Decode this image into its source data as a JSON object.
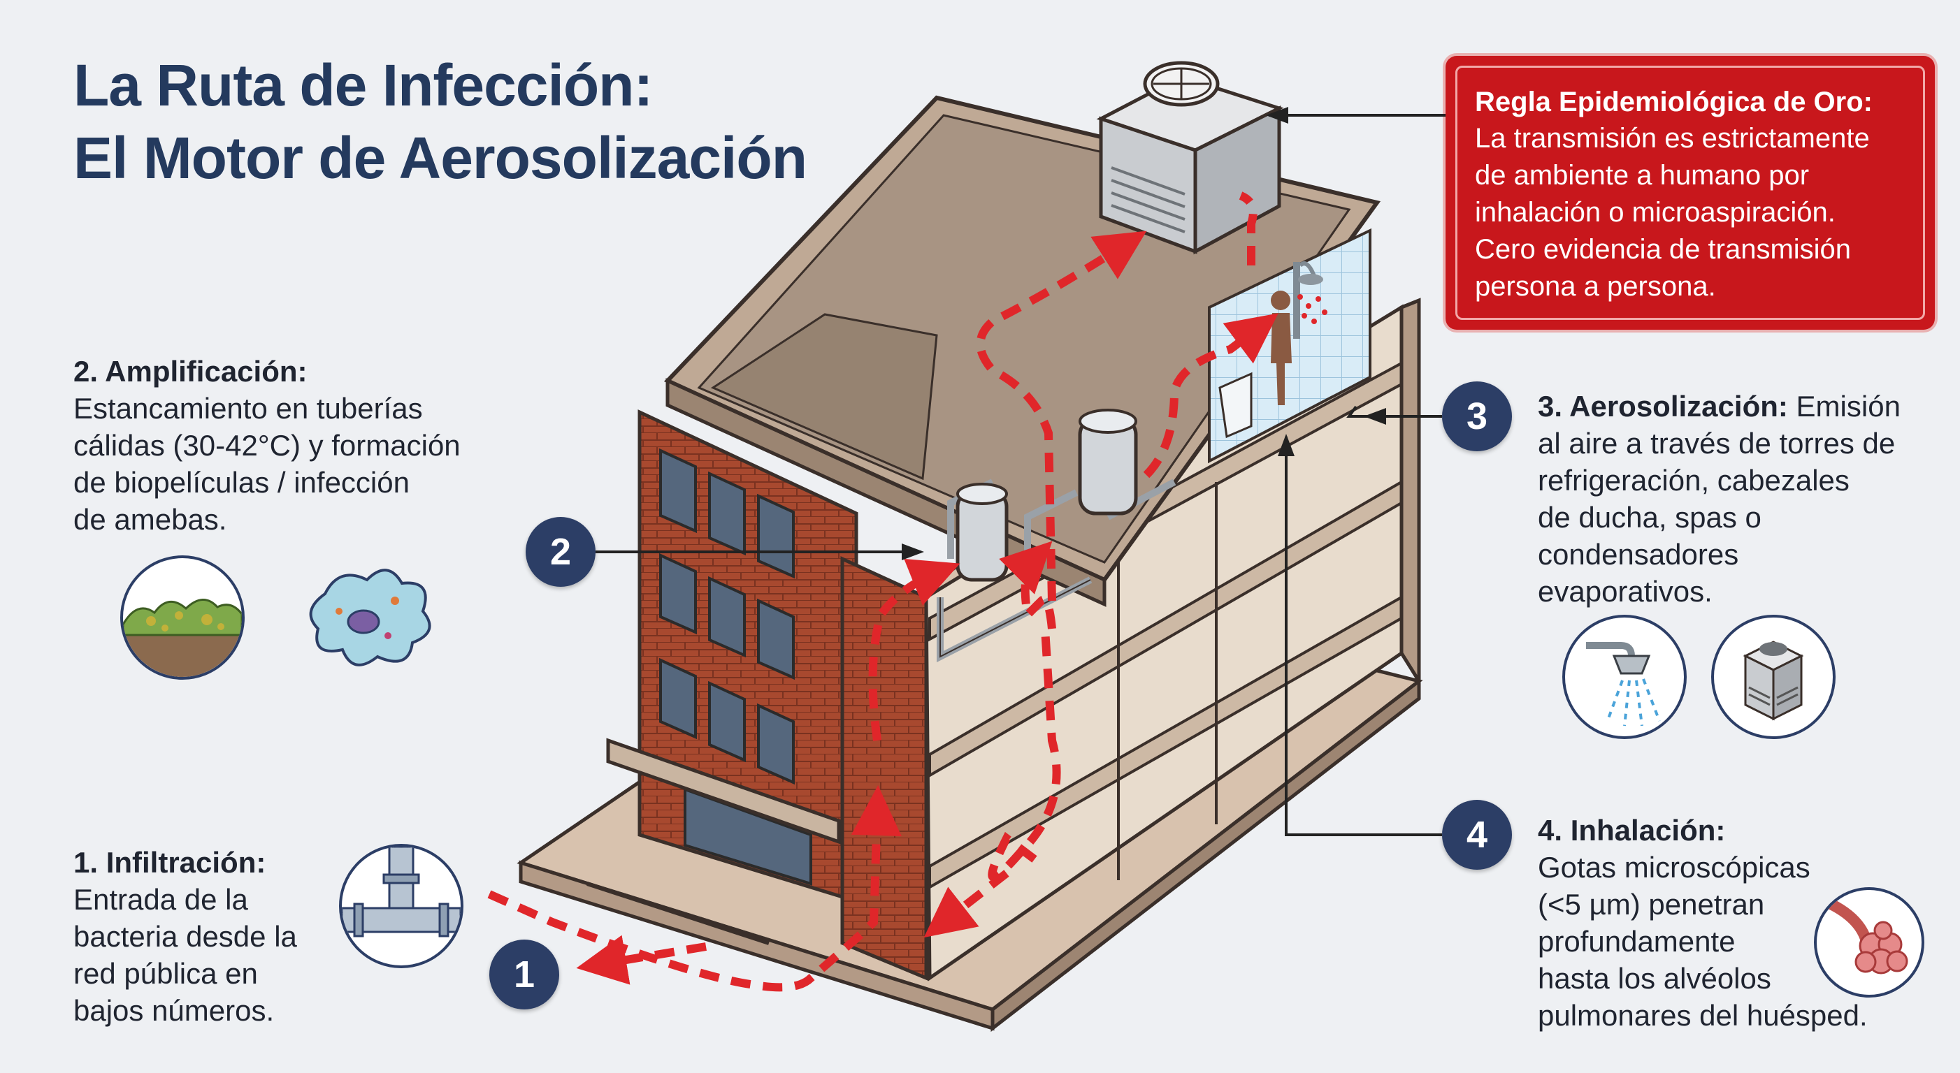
{
  "title": {
    "line1": "La Ruta de Infección:",
    "line2": "El Motor de Aerosolización"
  },
  "rule": {
    "heading": "Regla Epidemiológica de Oro:",
    "lines": [
      "La transmisión es estrictamente",
      "de ambiente a humano por",
      "inhalación o microaspiración.",
      "Cero evidencia de transmisión",
      "persona a persona."
    ]
  },
  "steps": {
    "amplification": {
      "number": "2",
      "heading": "2. Amplificación:",
      "lines": [
        "Estancamiento en tuberías",
        "cálidas (30-42°C) y formación",
        "de biopelículas / infección",
        "de amebas."
      ]
    },
    "aerosolization": {
      "number": "3",
      "heading": "3. Aerosolización:",
      "first_line_rest": " Emisión",
      "lines": [
        "al aire a través de torres de",
        "refrigeración, cabezales",
        "de ducha, spas o",
        "condensadores",
        "evaporativos."
      ]
    },
    "infiltration": {
      "number": "1",
      "heading": "1. Infiltración:",
      "lines": [
        "Entrada de la",
        "bacteria desde la",
        "red pública en",
        "bajos números."
      ]
    },
    "inhalation": {
      "number": "4",
      "heading": "4. Inhalación:",
      "lines": [
        "Gotas microscópicas",
        "(<5 µm) penetran",
        "profundamente",
        "hasta los alvéolos",
        "pulmonares del huésped."
      ]
    }
  },
  "icons": {
    "biofilm": "biofilm-icon",
    "amoeba": "amoeba-icon",
    "shower": "shower-head-icon",
    "tower": "cooling-tower-icon",
    "pipe": "pipe-junction-icon",
    "alveoli": "alveoli-icon"
  },
  "colors": {
    "navy": "#2c3e66",
    "title": "#243a5e",
    "alert_red": "#c8171c",
    "path_red": "#e0262a",
    "brick": "#a8492f"
  }
}
